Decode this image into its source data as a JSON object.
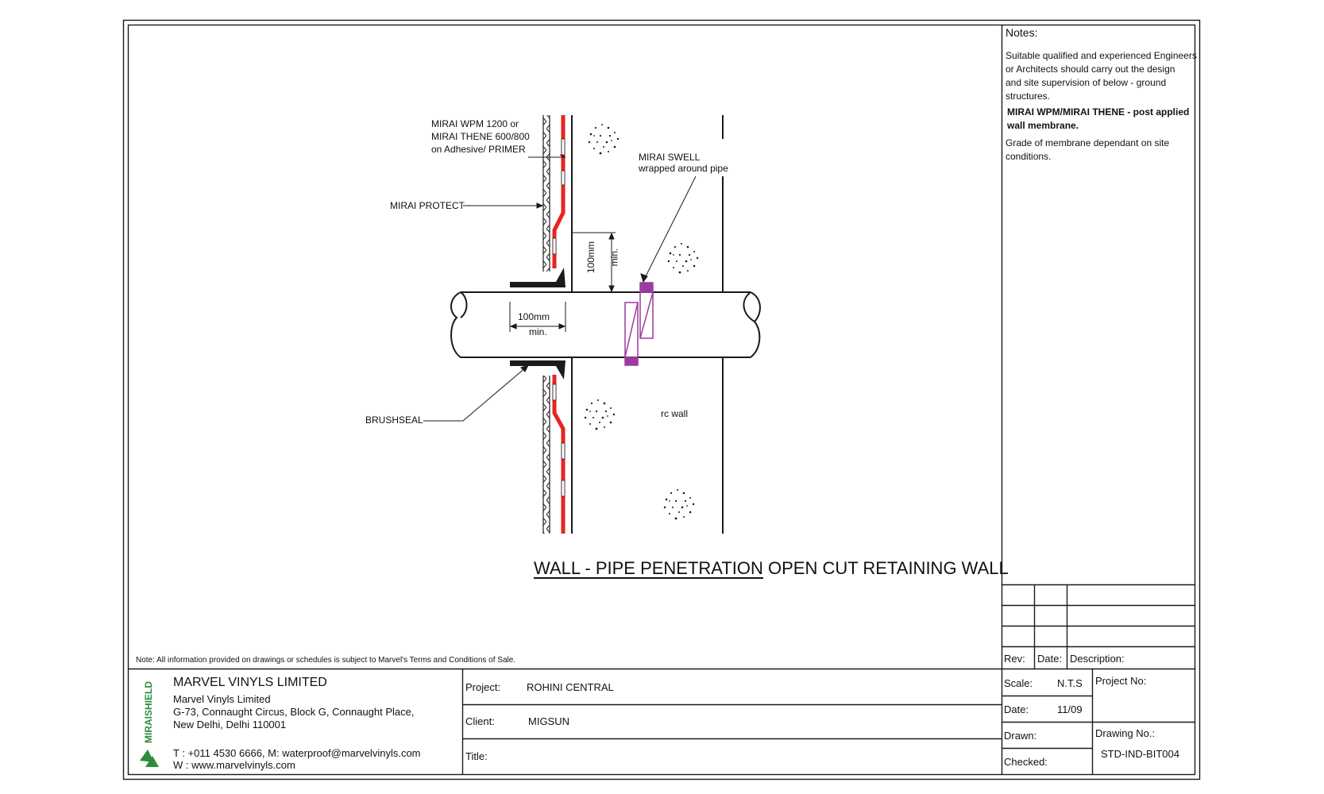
{
  "drawing": {
    "labels": {
      "membrane_line1": "MIRAI WPM 1200 or",
      "membrane_line2": "MIRAI THENE 600/800",
      "membrane_line3": "on Adhesive/ PRIMER",
      "protect": "MIRAI PROTECT",
      "swell_line1": "MIRAI SWELL",
      "swell_line2": "wrapped around pipe",
      "dim_vertical_line1": "100mm",
      "dim_vertical_line2": "min.",
      "dim_horizontal_line1": "100mm",
      "dim_horizontal_line2": "min.",
      "brushseal": "BRUSHSEAL",
      "rc_wall": "rc wall"
    },
    "title_part1": "WALL - PIPE PENETRATION",
    "title_part2": " OPEN CUT RETAINING WALL",
    "colors": {
      "membrane": "#e8231f",
      "swell": "#9b3aa0",
      "line": "#1a1a1a"
    }
  },
  "notes": {
    "heading": "Notes:",
    "para1_lines": [
      "Suitable qualified and experienced Engineers",
      "or Architects should carry out the design",
      "and site supervision of below - ground",
      "structures."
    ],
    "para2_lines": [
      "MIRAI WPM/MIRAI THENE - post applied",
      "wall membrane."
    ],
    "para3_lines": [
      "Grade of membrane dependant on site",
      "conditions."
    ]
  },
  "revision": {
    "rev_label": "Rev:",
    "date_label": "Date:",
    "description_label": "Description:"
  },
  "disclaimer": "Note: All information provided on drawings or schedules is subject to Marvel's Terms and Conditions of Sale.",
  "company": {
    "brand": "MIRAISHIELD",
    "name_caps": "MARVEL VINYLS LIMITED",
    "name": "Marvel Vinyls Limited",
    "address_line1": "G-73, Connaught Circus, Block G, Connaught Place,",
    "address_line2": "New Delhi, Delhi 110001",
    "contact_line1": "T : +011 4530 6666, M: waterproof@marvelvinyls.com",
    "contact_line2": "W : www.marvelvinyls.com"
  },
  "title_block": {
    "project_label": "Project:",
    "project_value": "ROHINI CENTRAL",
    "client_label": "Client:",
    "client_value": "MIGSUN",
    "title_label": "Title:",
    "scale_label": "Scale:",
    "scale_value": "N.T.S",
    "date_label": "Date:",
    "date_value": "11/09",
    "drawn_label": "Drawn:",
    "checked_label": "Checked:",
    "project_no_label": "Project No:",
    "drawing_no_label": "Drawing No.:",
    "drawing_no_value": "STD-IND-BIT004"
  }
}
